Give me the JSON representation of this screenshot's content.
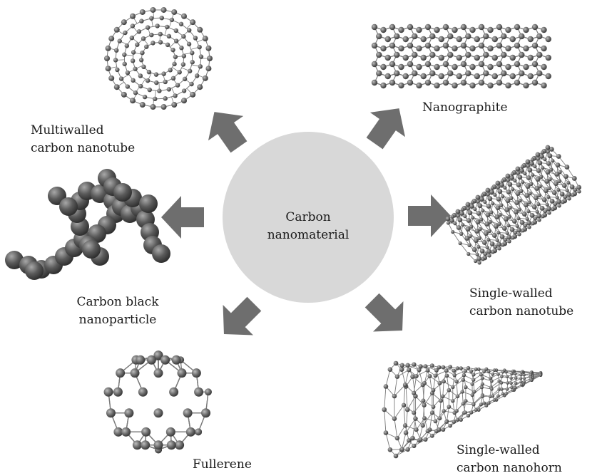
{
  "center": {
    "line1": "Carbon",
    "line2": "nanomaterial"
  },
  "items": [
    {
      "id": "multiwalled",
      "line1": "Multiwalled",
      "line2": "carbon nanotube",
      "icon": "multiwalled-nanotube-icon"
    },
    {
      "id": "nanographite",
      "line1": "Nanographite",
      "line2": "",
      "icon": "graphene-sheet-icon"
    },
    {
      "id": "carbon-black",
      "line1": "Carbon black",
      "line2": "nanoparticle",
      "icon": "carbon-black-cluster-icon"
    },
    {
      "id": "single-walled-nanotube",
      "line1": "Single-walled",
      "line2": "carbon nanotube",
      "icon": "single-walled-nanotube-icon"
    },
    {
      "id": "fullerene",
      "line1": "Fullerene",
      "line2": "",
      "icon": "fullerene-icon"
    },
    {
      "id": "single-walled-nanohorn",
      "line1": "Single-walled",
      "line2": "carbon nanohorn",
      "icon": "nanohorn-icon"
    }
  ],
  "colors": {
    "circle": "#d8d8d8",
    "arrow": "#6e6e6e",
    "atom": "#555555",
    "bond": "#7a7a7a"
  }
}
